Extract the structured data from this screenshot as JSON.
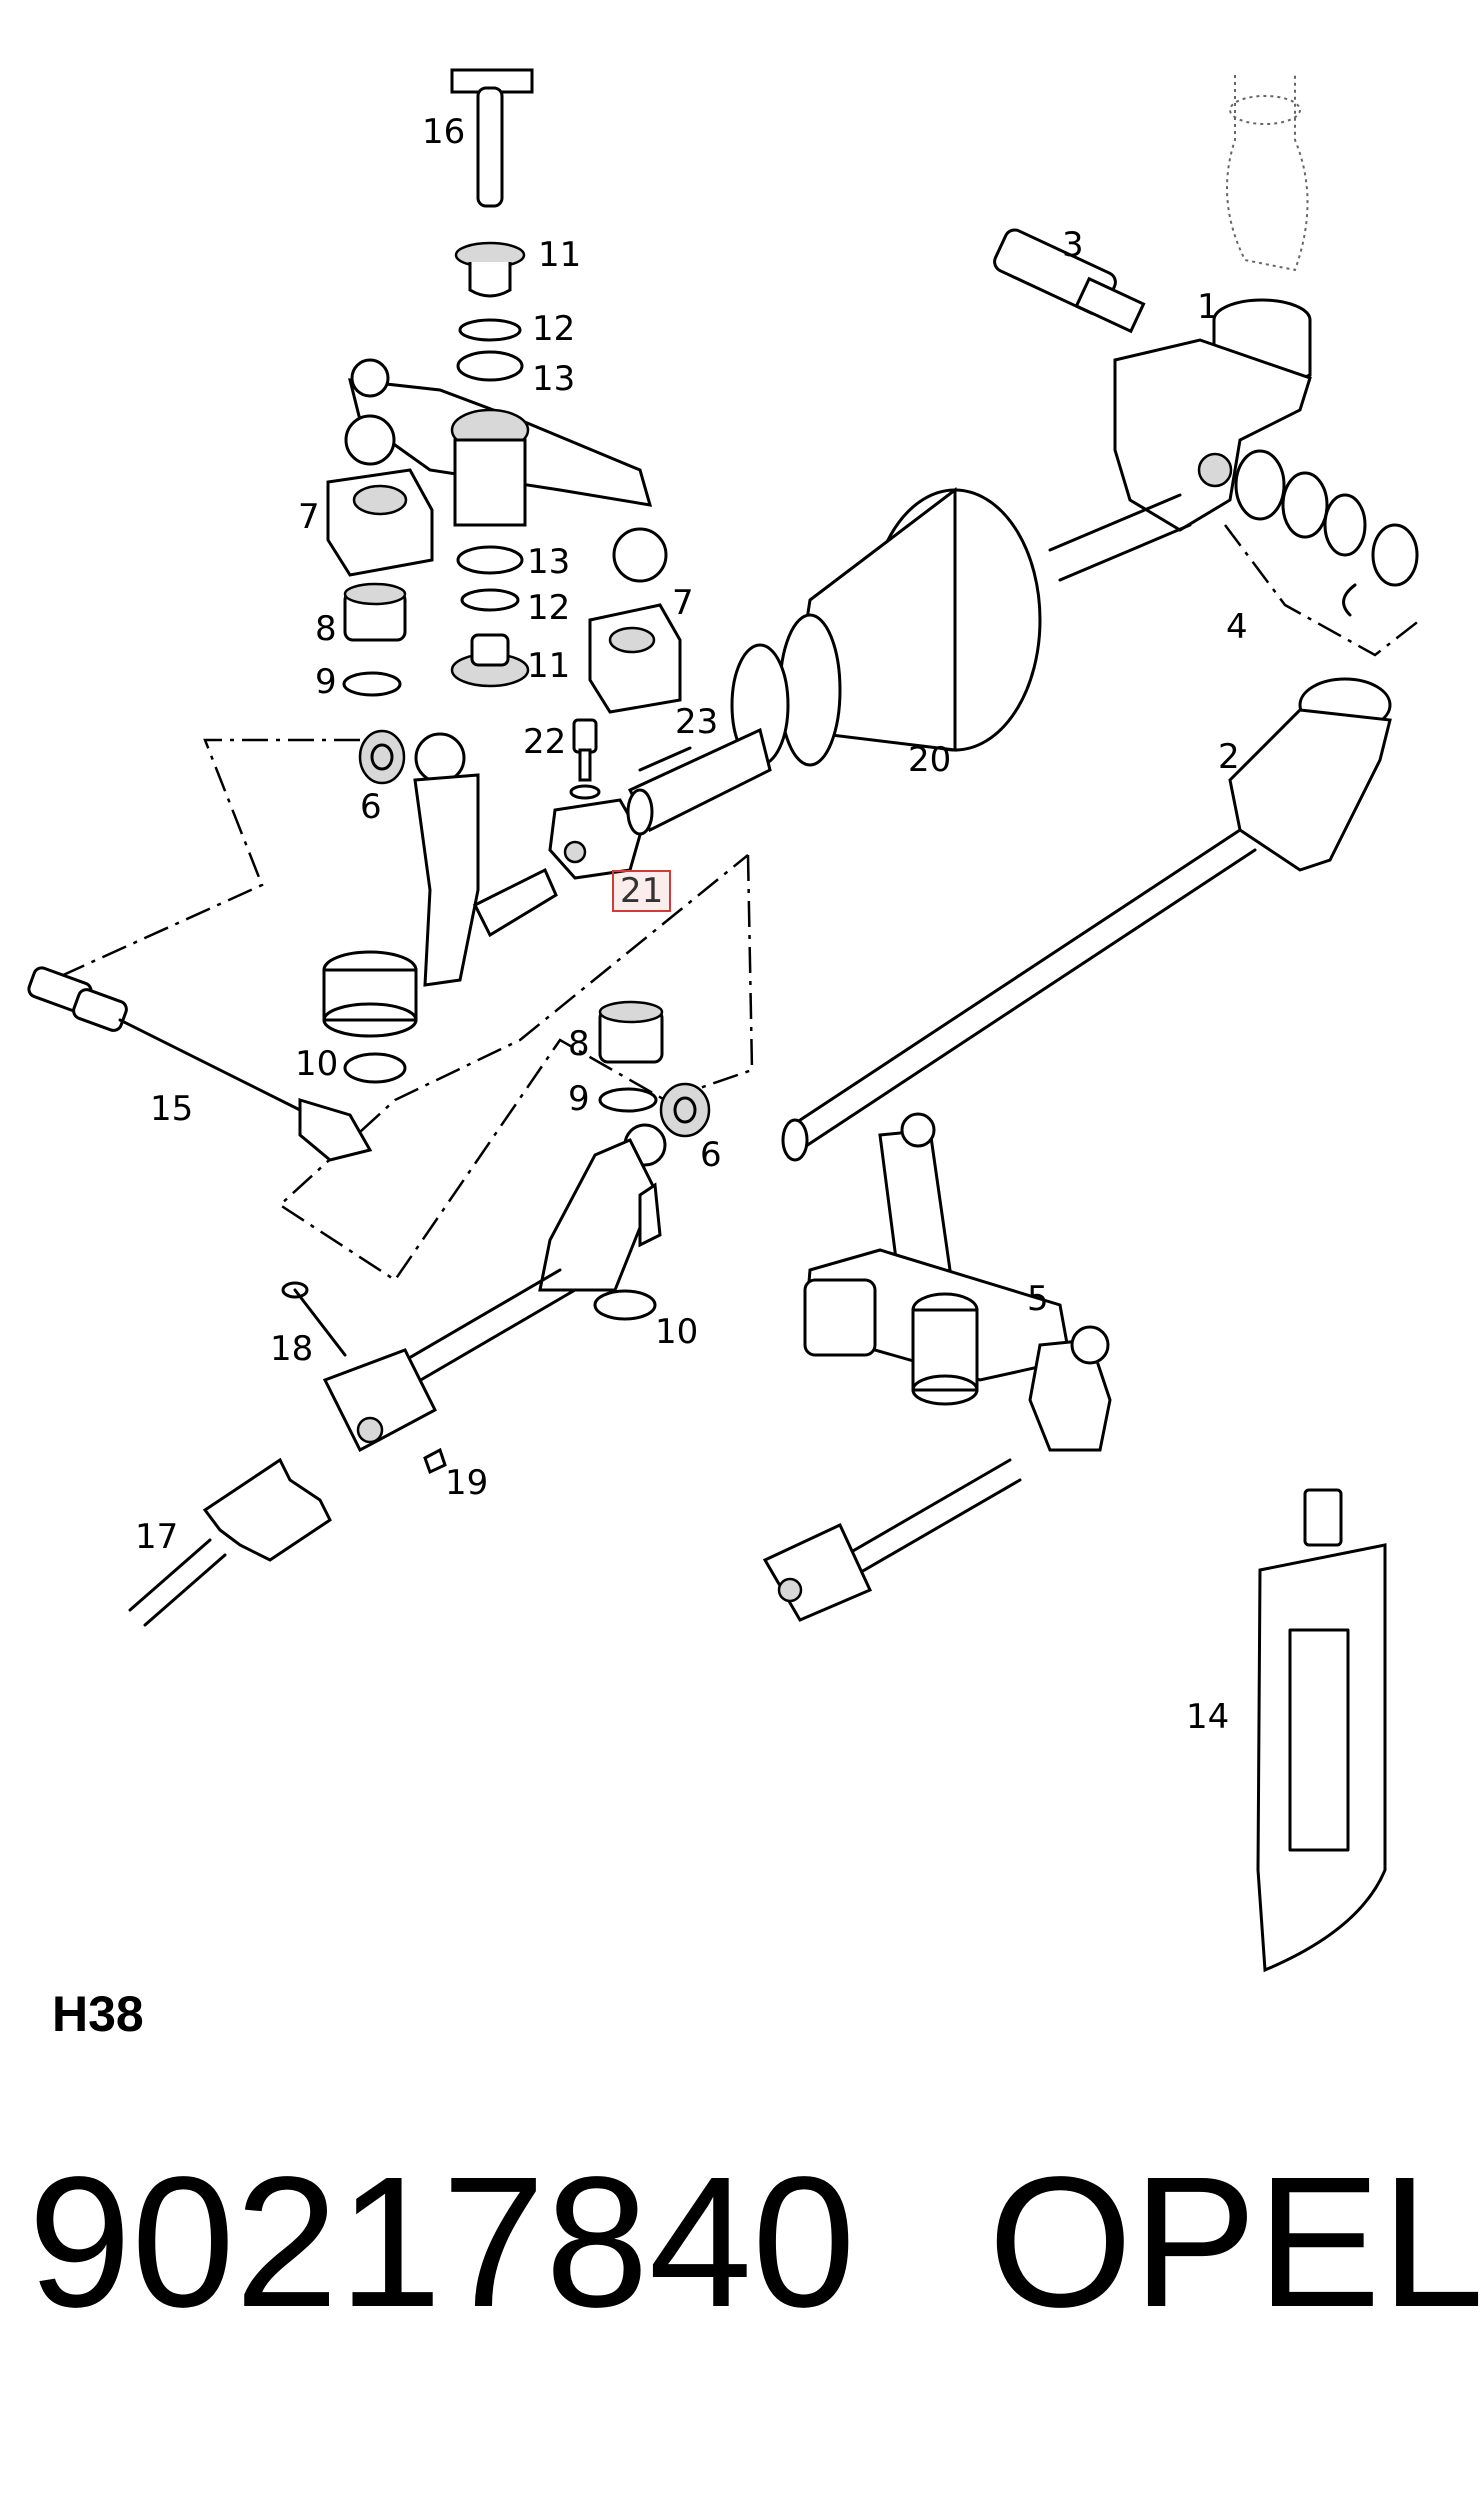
{
  "callouts": [
    {
      "id": "c16",
      "label": "16"
    },
    {
      "id": "c11a",
      "label": "11"
    },
    {
      "id": "c12a",
      "label": "12"
    },
    {
      "id": "c13a",
      "label": "13"
    },
    {
      "id": "c7a",
      "label": "7"
    },
    {
      "id": "c13b",
      "label": "13"
    },
    {
      "id": "c12b",
      "label": "12"
    },
    {
      "id": "c11b",
      "label": "11"
    },
    {
      "id": "c8a",
      "label": "8"
    },
    {
      "id": "c9a",
      "label": "9"
    },
    {
      "id": "c7b",
      "label": "7"
    },
    {
      "id": "c22",
      "label": "22"
    },
    {
      "id": "c23",
      "label": "23"
    },
    {
      "id": "c6a",
      "label": "6"
    },
    {
      "id": "c21",
      "label": "21"
    },
    {
      "id": "c3",
      "label": "3"
    },
    {
      "id": "c1",
      "label": "1"
    },
    {
      "id": "c4",
      "label": "4"
    },
    {
      "id": "c20",
      "label": "20"
    },
    {
      "id": "c2",
      "label": "2"
    },
    {
      "id": "c10a",
      "label": "10"
    },
    {
      "id": "c8b",
      "label": "8"
    },
    {
      "id": "c9b",
      "label": "9"
    },
    {
      "id": "c6b",
      "label": "6"
    },
    {
      "id": "c15",
      "label": "15"
    },
    {
      "id": "c5",
      "label": "5"
    },
    {
      "id": "c10b",
      "label": "10"
    },
    {
      "id": "c18",
      "label": "18"
    },
    {
      "id": "c19",
      "label": "19"
    },
    {
      "id": "c17",
      "label": "17"
    },
    {
      "id": "c14",
      "label": "14"
    }
  ],
  "highlighted_callout": "21",
  "highlight_color": "#d23a3a",
  "diagram_code": "H38",
  "part_number": "90217840",
  "brand": "OPEL"
}
